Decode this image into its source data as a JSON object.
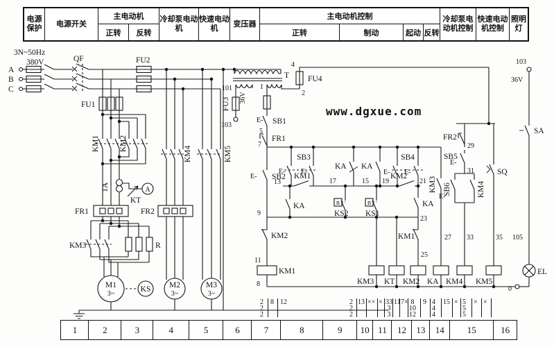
{
  "header": {
    "power_protection": "电源保护",
    "power_switch": "电源开关",
    "main_motor": "主电动机",
    "fwd": "正转",
    "rev": "反转",
    "coolant_pump_motor": "冷却泵电动机",
    "rapid_motor": "快速电动机",
    "transformer": "变压器",
    "main_motor_control": "主电动机控制",
    "ctrl_fwd": "正转",
    "brake": "制动",
    "start": "起动",
    "ctrl_rev": "反转",
    "coolant_pump_control": "冷却泵电动机控制",
    "rapid_motor_control": "快速电动机控制",
    "lighting": "照明灯"
  },
  "watermark": "www.dgxue.com",
  "labels": {
    "supply": "3N~50Hz",
    "voltage": "380V",
    "a": "A",
    "b": "B",
    "c": "C",
    "qf": "QF",
    "fu1": "FU1",
    "fu2": "FU2",
    "fu3": "FU3",
    "fu4": "FU4",
    "km1": "KM1",
    "km2": "KM2",
    "km3": "KM3",
    "km4": "KM4",
    "km5": "KM5",
    "ta": "TA",
    "kt": "KT",
    "ammeter": "A",
    "fr1": "FR1",
    "fr2": "FR2",
    "r": "R",
    "m1": "M1",
    "m2": "M2",
    "m3": "M3",
    "ph3": "3~",
    "ks": "KS",
    "t": "T",
    "v36": "36V",
    "n0": "0",
    "n1": "1",
    "n2": "2",
    "n4": "4",
    "n5": "5",
    "n7": "7",
    "n8": "8",
    "n9": "9",
    "n11": "11",
    "n13": "13",
    "n15": "15",
    "n17": "17",
    "n19": "19",
    "n21": "21",
    "n23": "23",
    "n25": "25",
    "n27": "27",
    "n29": "29",
    "n31": "31",
    "n33": "33",
    "n35": "35",
    "n101": "101",
    "n103": "103",
    "n105": "105",
    "sb1": "SB1",
    "sb2": "SB2",
    "sb3": "SB3",
    "sb4": "SB4",
    "sb5": "SB5",
    "sb6": "SB6",
    "sa": "SA",
    "sq": "SQ",
    "ka": "KA",
    "ks1": "KS1",
    "ks2": "KS2",
    "el": "EL",
    "e": "E-",
    "n_small": "n"
  },
  "wire_refs": [
    [
      "2",
      "2",
      "2"
    ],
    [
      "8"
    ],
    [
      "12"
    ],
    [
      "2",
      "2",
      "2"
    ],
    [
      "13"
    ],
    [
      "××"
    ],
    [
      "×"
    ],
    [
      "33",
      "3",
      "3"
    ],
    [
      "11"
    ],
    [
      "7×"
    ],
    [
      "8",
      "10",
      "12"
    ],
    [
      "9"
    ],
    [
      "4",
      "4",
      "4"
    ],
    [
      "15"
    ],
    [
      "×"
    ],
    [
      "5",
      "5",
      "5"
    ],
    [
      "×"
    ],
    [
      "×"
    ]
  ],
  "bottom_boxes": [
    "1",
    "2",
    "3",
    "4",
    "5",
    "6",
    "7",
    "8",
    "9",
    "10",
    "11",
    "12",
    "13",
    "14",
    "15",
    "16"
  ]
}
